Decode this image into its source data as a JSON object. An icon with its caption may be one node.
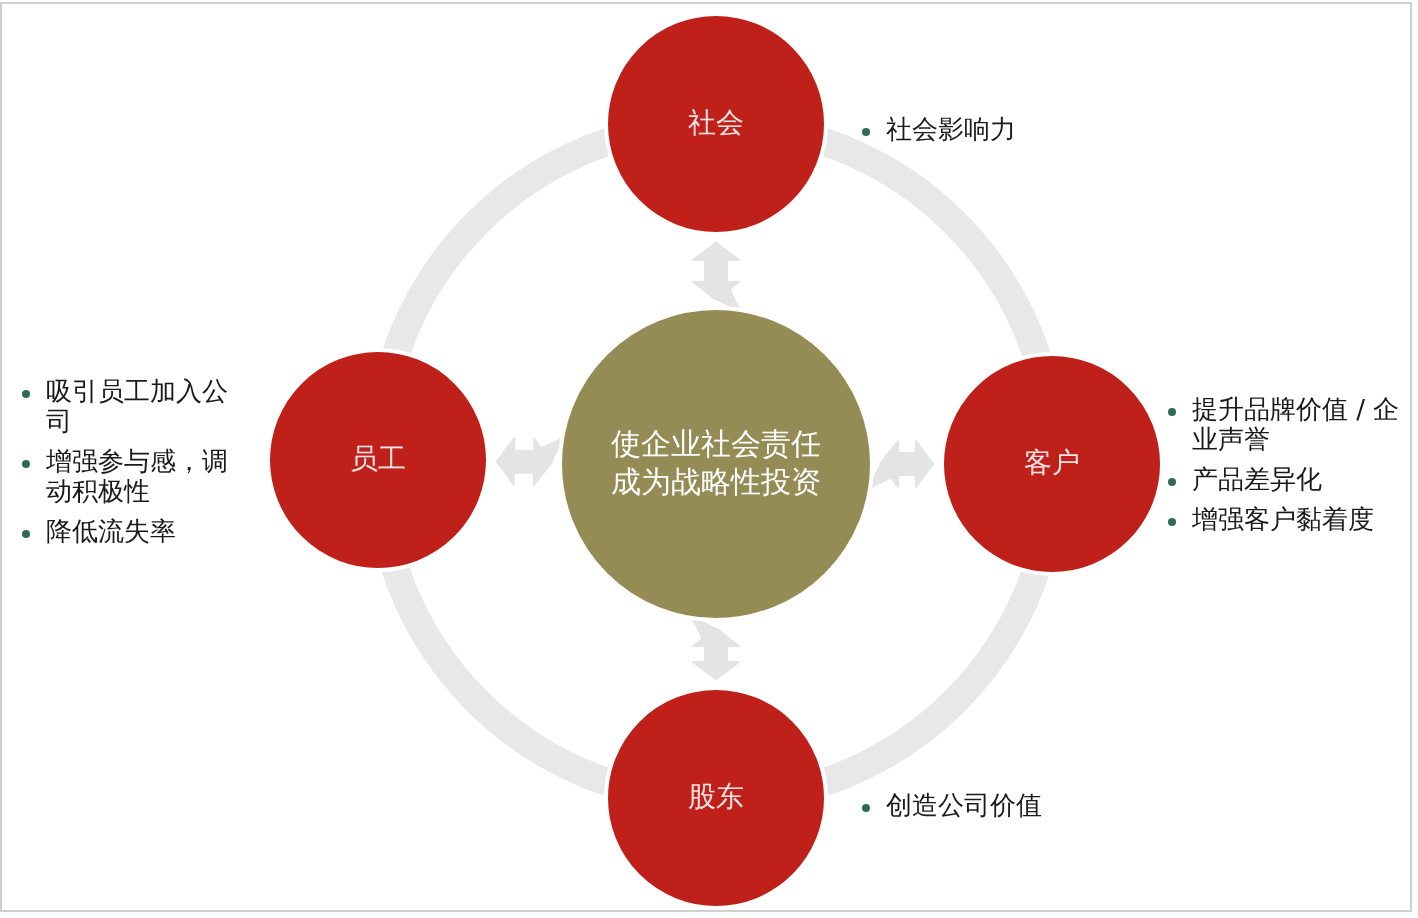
{
  "diagram": {
    "nodes": [
      {
        "text": [
          "社会"
        ],
        "beside": [
          "社会影响力"
        ]
      },
      {
        "text": [
          "员工"
        ],
        "beside": [
          "吸引员工加入公司",
          "增强参与感，调动积极性",
          "降低流失率"
        ]
      },
      {
        "text": [
          "使企业社会责任成为战略性投资"
        ]
      },
      {
        "text": [
          "客户"
        ],
        "beside": [
          "提升品牌价值 / 企业声誉",
          "产品差异化",
          "增强客户黏着度"
        ]
      },
      {
        "text": [
          "股东"
        ],
        "beside": [
          "创造公司价值"
        ]
      }
    ],
    "edges": [
      {
        "from": 2,
        "to": 0,
        "arrow": "both"
      },
      {
        "from": 2,
        "to": 1,
        "arrow": "both"
      },
      {
        "from": 2,
        "to": 3,
        "arrow": "both"
      },
      {
        "from": 2,
        "to": 4,
        "arrow": "both"
      }
    ]
  }
}
